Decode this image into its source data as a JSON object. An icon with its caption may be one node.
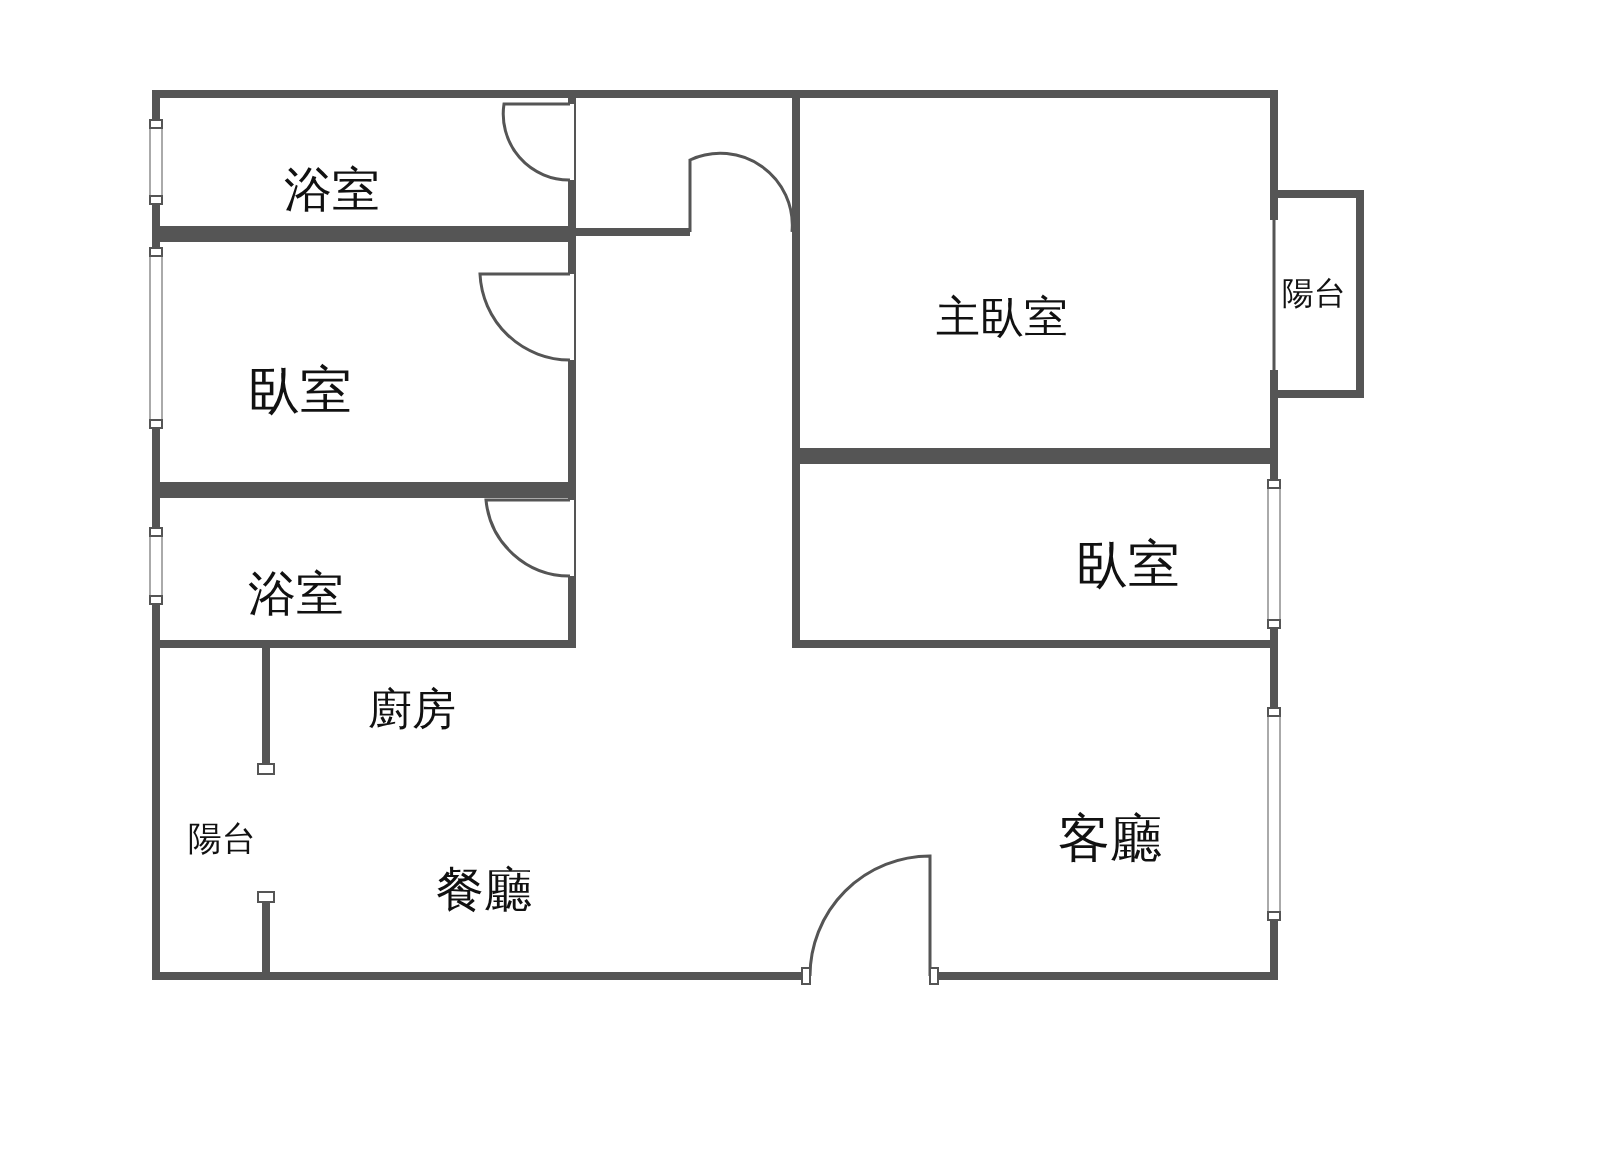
{
  "diagram": {
    "nodes": [
      {
        "text": [
          "浴室"
        ]
      },
      {
        "text": [
          "臥室"
        ]
      },
      {
        "text": [
          "浴室"
        ]
      },
      {
        "text": [
          "主臥室"
        ]
      },
      {
        "text": [
          "陽台"
        ]
      },
      {
        "text": [
          "臥室"
        ]
      }
    ],
    "labels": [
      "廚房",
      "陽台",
      "餐廳",
      "客廳"
    ]
  }
}
